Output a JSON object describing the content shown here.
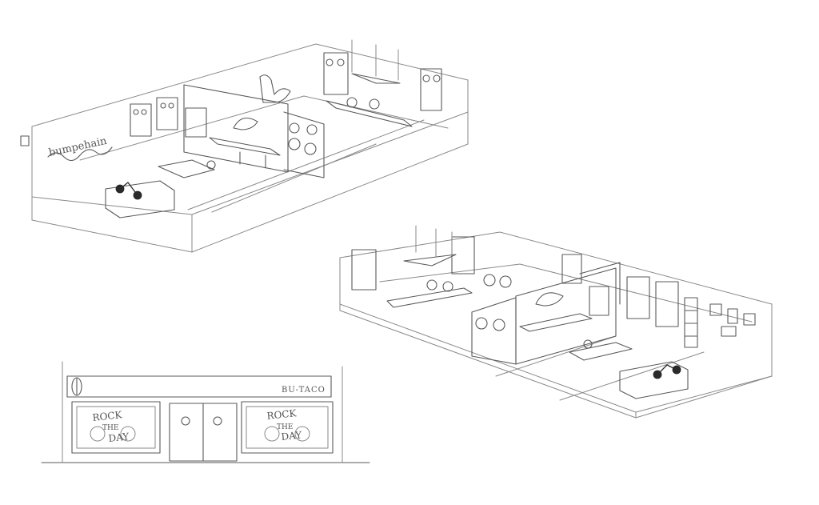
{
  "sketch": {
    "shop_sign": "BU-TACO",
    "window_text_line1": "ROCK",
    "window_text_line2": "THE",
    "window_text_line3": "DAY"
  }
}
